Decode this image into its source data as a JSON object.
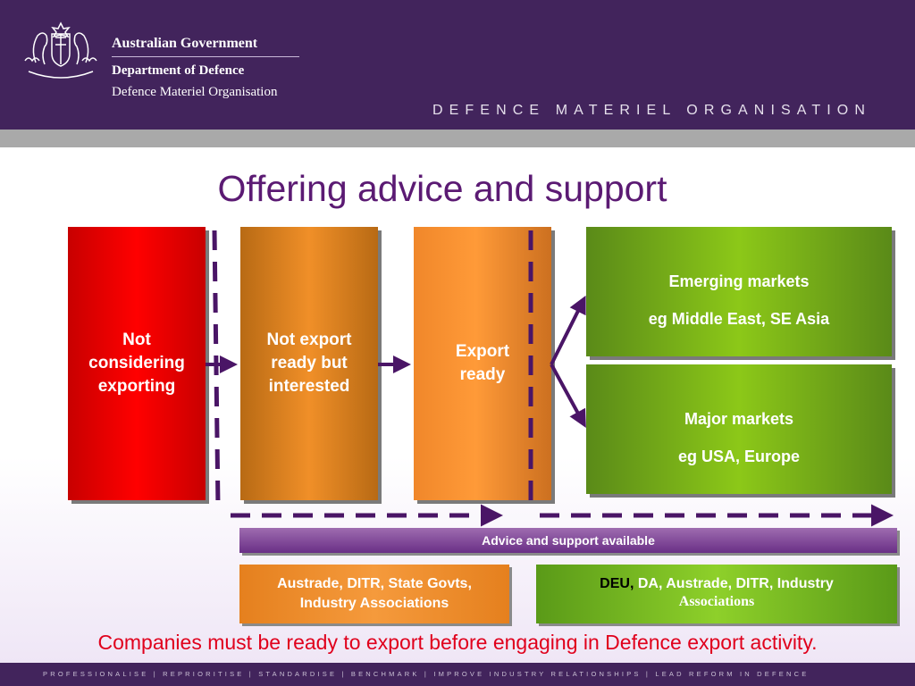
{
  "header": {
    "gov_title": "Australian Government",
    "department": "Department of Defence",
    "organisation": "Defence Materiel Organisation",
    "banner": "DEFENCE MATERIEL ORGANISATION"
  },
  "slide": {
    "title": "Offering advice and support",
    "stages": {
      "not_considering": [
        "Not",
        "considering",
        "exporting"
      ],
      "not_ready": [
        "Not export",
        "ready but",
        "interested"
      ],
      "ready": [
        "Export",
        "ready"
      ]
    },
    "markets": {
      "emerging_title": "Emerging markets",
      "emerging_eg": "eg Middle East, SE Asia",
      "major_title": "Major markets",
      "major_eg": "eg USA, Europe"
    },
    "advice_bar": "Advice and support available",
    "support_left": [
      "Austrade, DITR, State Govts,",
      "Industry Associations"
    ],
    "support_right": {
      "deu": "DEU,",
      "rest": " DA, Austrade, DITR, Industry",
      "line2": "Associations"
    },
    "note": "Companies must be ready to export before engaging in Defence export activity."
  },
  "footer": {
    "text": "PROFESSIONALISE | REPRIORITISE | STANDARDISE | BENCHMARK | IMPROVE INDUSTRY RELATIONSHIPS | LEAD REFORM IN DEFENCE"
  },
  "colors": {
    "header_purple": "#42245c",
    "title_purple": "#5b1a73",
    "arrow_purple": "#4a1566",
    "note_red": "#e0001c"
  }
}
